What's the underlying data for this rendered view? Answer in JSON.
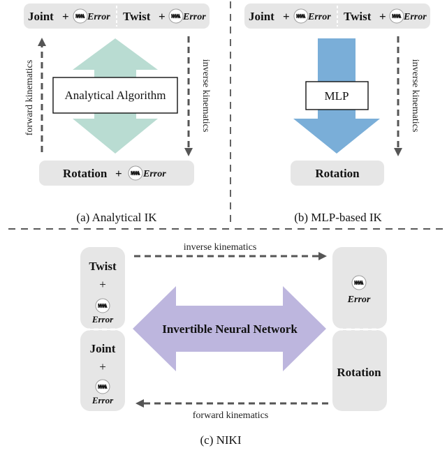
{
  "panel_a": {
    "top_joint": "Joint",
    "top_twist": "Twist",
    "plus": "+",
    "error": "Error",
    "algorithm": "Analytical Algorithm",
    "bottom_rotation": "Rotation",
    "left_label": "forward kinematics",
    "right_label": "inverse kinematics",
    "caption": "(a) Analytical IK",
    "arrow_color": "#b9dcd2"
  },
  "panel_b": {
    "top_joint": "Joint",
    "top_twist": "Twist",
    "error": "Error",
    "module": "MLP",
    "bottom_rotation": "Rotation",
    "right_label": "inverse kinematics",
    "caption": "(b) MLP-based IK",
    "arrow_color": "#7aaed8"
  },
  "panel_c": {
    "inverse_label": "inverse kinematics",
    "forward_label": "forward kinematics",
    "twist": "Twist",
    "joint": "Joint",
    "plus": "+",
    "error": "Error",
    "rotation": "Rotation",
    "network": "Invertible Neural Network",
    "caption": "(c) NIKI",
    "arrow_color": "#bdb6de"
  }
}
